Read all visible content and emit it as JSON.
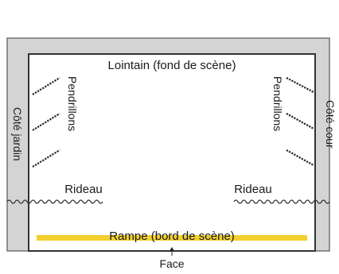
{
  "labels": {
    "upstage": "Lointain (fond de scène)",
    "left_side": "Côté jardin",
    "right_side": "Côté cour",
    "left_legs": "Pendrillons",
    "right_legs": "Pendrillons",
    "left_curtain": "Rideau",
    "right_curtain": "Rideau",
    "footlights": "Rampe (bord de scène)",
    "audience": "Face"
  },
  "colors": {
    "wings_fill": "#d4d4d4",
    "stage_fill": "#ffffff",
    "outline": "#333333",
    "footlights": "#f2cf2e"
  }
}
